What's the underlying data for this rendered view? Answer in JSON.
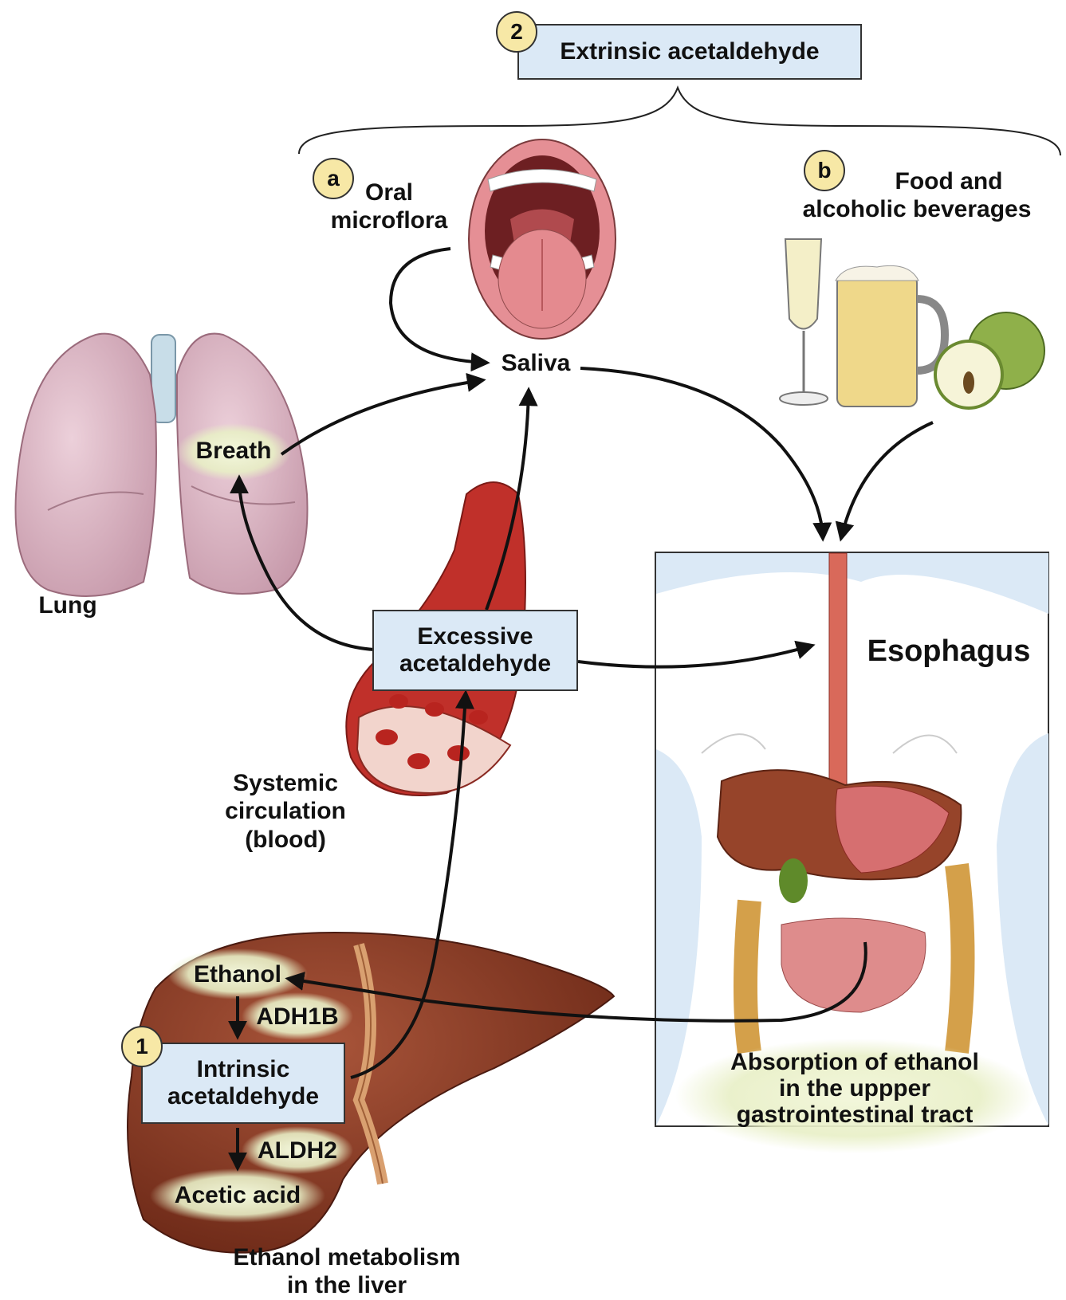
{
  "extrinsic": {
    "number": "2",
    "label": "Extrinsic acetaldehyde"
  },
  "oral": {
    "letter": "a",
    "line1": "Oral",
    "line2": "microflora"
  },
  "food": {
    "letter": "b",
    "line1": "Food and",
    "line2": "alcoholic beverages"
  },
  "saliva": "Saliva",
  "breath": "Breath",
  "lung": "Lung",
  "excessive": {
    "line1": "Excessive",
    "line2": "acetaldehyde"
  },
  "esophagus": "Esophagus",
  "systemic": {
    "line1": "Systemic",
    "line2": "circulation",
    "line3": "(blood)"
  },
  "liver": {
    "ethanol": "Ethanol",
    "adh": "ADH1B",
    "intrinsic": {
      "number": "1",
      "line1": "Intrinsic",
      "line2": "acetaldehyde"
    },
    "aldh": "ALDH2",
    "acetic": "Acetic acid",
    "caption1": "Ethanol metabolism",
    "caption2": "in the liver"
  },
  "absorption": {
    "line1": "Absorption of ethanol",
    "line2": "in the uppper",
    "line3": "gastrointestinal tract"
  },
  "colors": {
    "box_fill": "#dbe9f6",
    "badge_fill": "#f7e8a6",
    "liver": "#8a3a24",
    "lung": "#dcb4c2",
    "blood": "#c0302a",
    "glow": "#eef3d2"
  }
}
